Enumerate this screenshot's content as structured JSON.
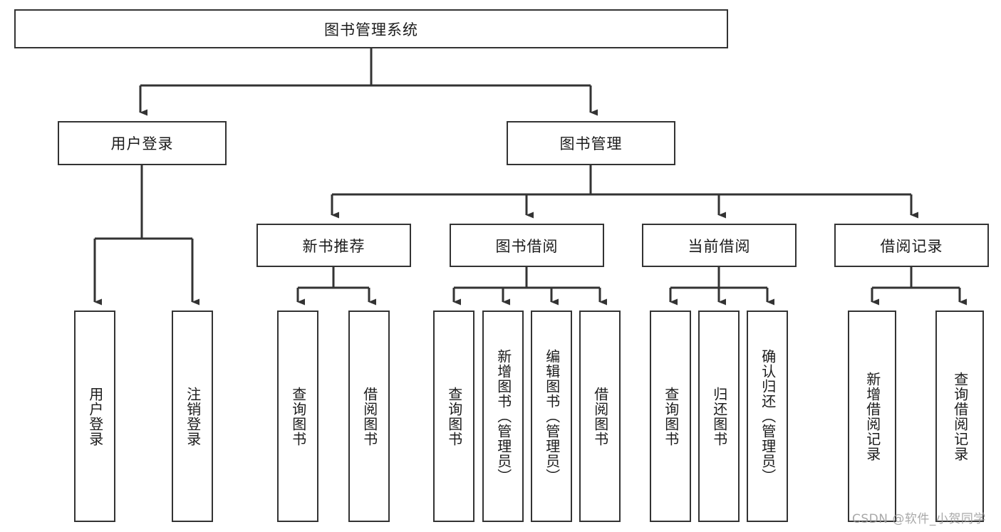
{
  "diagram": {
    "type": "tree-hierarchy",
    "title": "图书管理系统",
    "root": {
      "label": "图书管理系统"
    },
    "level2": [
      {
        "label": "用户登录"
      },
      {
        "label": "图书管理"
      }
    ],
    "level3": [
      {
        "label": "新书推荐"
      },
      {
        "label": "图书借阅"
      },
      {
        "label": "当前借阅"
      },
      {
        "label": "借阅记录"
      }
    ],
    "leaves": {
      "user_login": [
        "用户登录",
        "注销登录"
      ],
      "new_book_recommend": [
        "查询图书",
        "借阅图书"
      ],
      "book_borrow": [
        "查询图书",
        "新增图书（管理员）",
        "编辑图书（管理员）",
        "借阅图书"
      ],
      "current_borrow": [
        "查询图书",
        "归还图书",
        "确认归还（管理员）"
      ],
      "borrow_record": [
        "新增借阅记录",
        "查询借阅记录"
      ]
    }
  },
  "watermark": {
    "text": "CSDN @软件_小贺同学"
  },
  "colors": {
    "stroke": "#333333",
    "box_fill": "#ffffff",
    "text": "#1b1b1b",
    "watermark": "#9a9a9a",
    "background": "#ffffff"
  }
}
